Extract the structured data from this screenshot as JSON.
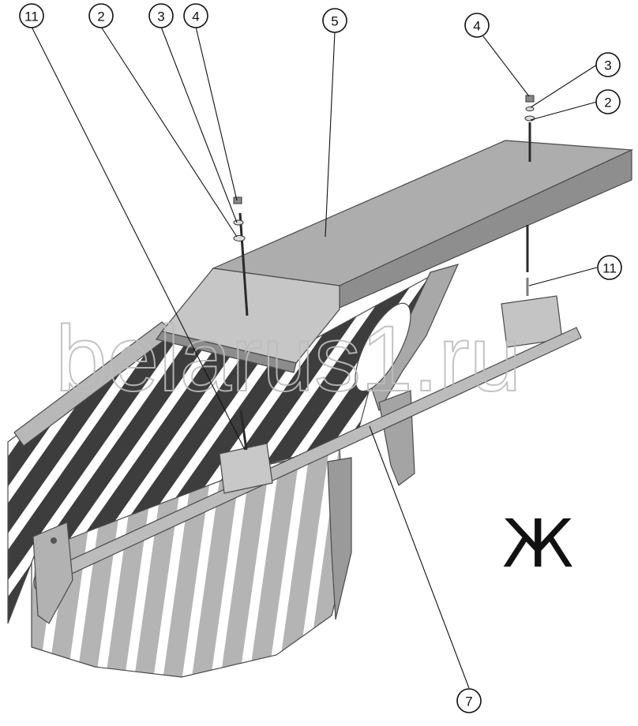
{
  "view_letter": "Ж",
  "watermark": "belarus1.ru",
  "callouts": [
    {
      "label": "11"
    },
    {
      "label": "2"
    },
    {
      "label": "3"
    },
    {
      "label": "4"
    },
    {
      "label": "5"
    },
    {
      "label": "4"
    },
    {
      "label": "3"
    },
    {
      "label": "2"
    },
    {
      "label": "11"
    },
    {
      "label": "7"
    }
  ]
}
